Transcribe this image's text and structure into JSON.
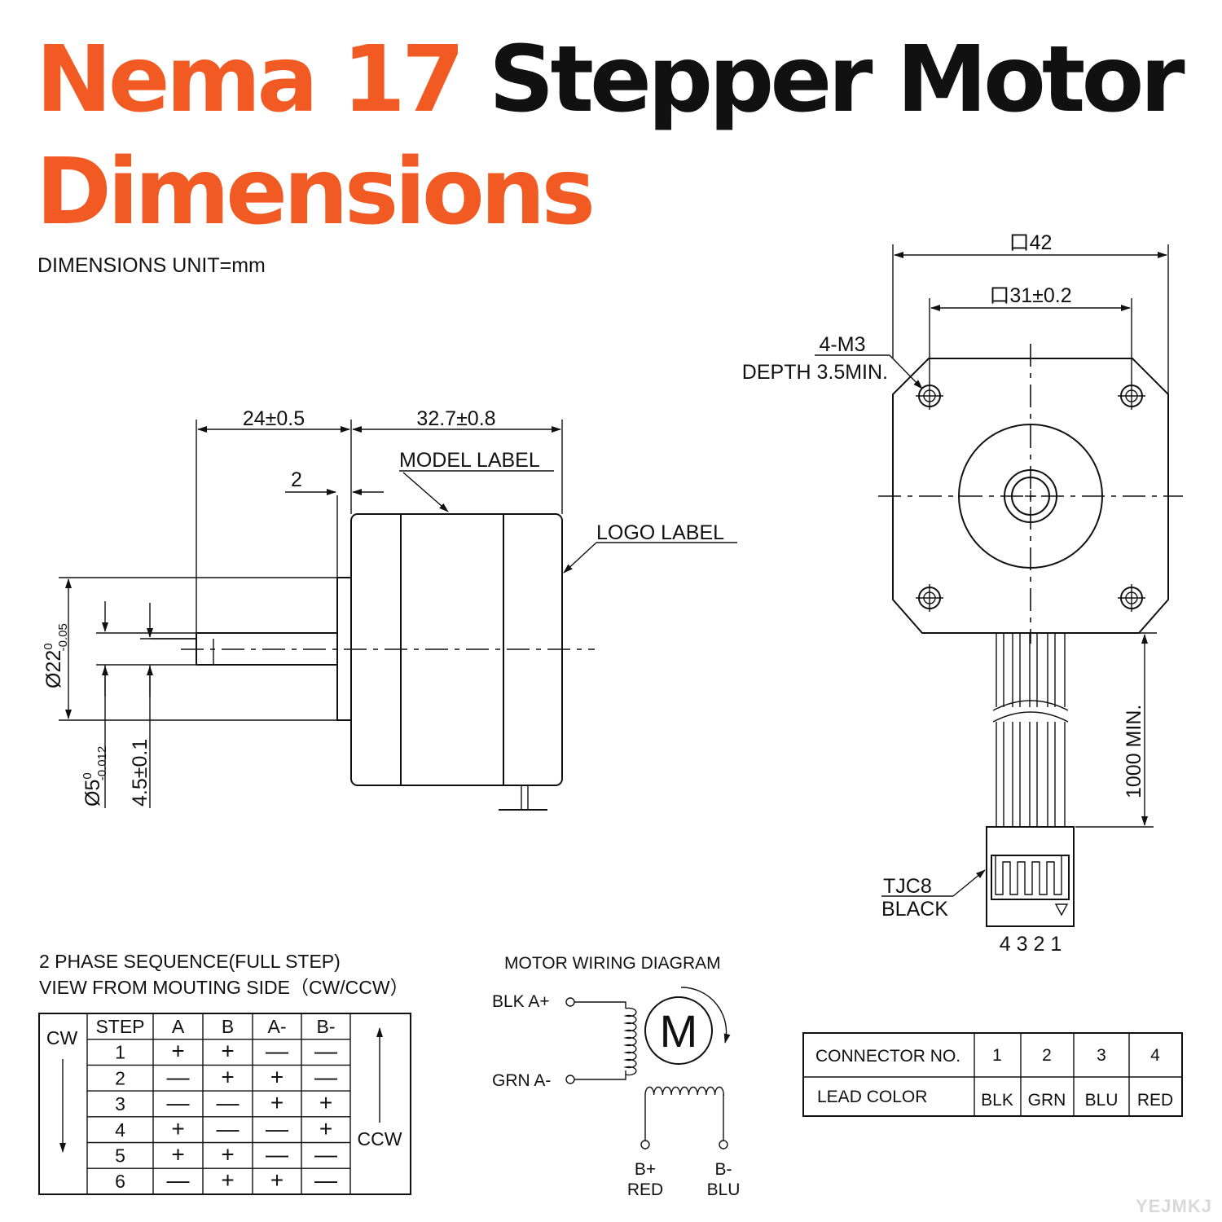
{
  "title": {
    "part1": "Nema 17",
    "part2": "Stepper Motor",
    "line2": "Dimensions"
  },
  "unit_note": "DIMENSIONS UNIT=mm",
  "side_view": {
    "dim_shaft_len": "24±0.5",
    "dim_body_len": "32.7±0.8",
    "dim_flange": "2",
    "model_label": "MODEL LABEL",
    "logo_label": "LOGO LABEL",
    "boss_dia_main": "Ø22",
    "boss_dia_sup": "0",
    "boss_dia_sub": "-0.05",
    "shaft_dia_main": "Ø5",
    "shaft_dia_sup": "0",
    "shaft_dia_sub": "-0.012",
    "flat_dim": "4.5±0.1"
  },
  "front_view": {
    "dim_square": "口42",
    "dim_hole_spacing": "口31±0.2",
    "hole_spec": "4-M3",
    "hole_depth": "DEPTH 3.5MIN.",
    "lead_length": "1000 MIN.",
    "connector_model": "TJC8",
    "connector_color": "BLACK",
    "pin_numbers": "4 3 2 1"
  },
  "sequence": {
    "heading1": "2 PHASE SEQUENCE(FULL STEP)",
    "heading2": "VIEW FROM MOUTING SIDE（CW/CCW）",
    "cw": "CW",
    "ccw": "CCW",
    "columns": [
      "STEP",
      "A",
      "B",
      "A-",
      "B-"
    ],
    "rows": [
      [
        "1",
        "+",
        "+",
        "—",
        "—"
      ],
      [
        "2",
        "—",
        "+",
        "+",
        "—"
      ],
      [
        "3",
        "—",
        "—",
        "+",
        "+"
      ],
      [
        "4",
        "+",
        "—",
        "—",
        "+"
      ],
      [
        "5",
        "+",
        "+",
        "—",
        "—"
      ],
      [
        "6",
        "—",
        "+",
        "+",
        "—"
      ]
    ]
  },
  "wiring": {
    "title": "MOTOR WIRING  DIAGRAM",
    "a_plus": "BLK  A+",
    "a_minus": "GRN  A-",
    "b_plus": "B+",
    "b_plus_color": "RED",
    "b_minus": "B-",
    "b_minus_color": "BLU",
    "motor_symbol": "M"
  },
  "connector_table": {
    "row1_label": "CONNECTOR NO.",
    "row2_label": "LEAD COLOR",
    "numbers": [
      "1",
      "2",
      "3",
      "4"
    ],
    "colors": [
      "BLK",
      "GRN",
      "BLU",
      "RED"
    ]
  },
  "watermark": "YEJMKJ",
  "colors": {
    "accent": "#f15a22",
    "ink": "#111111"
  }
}
